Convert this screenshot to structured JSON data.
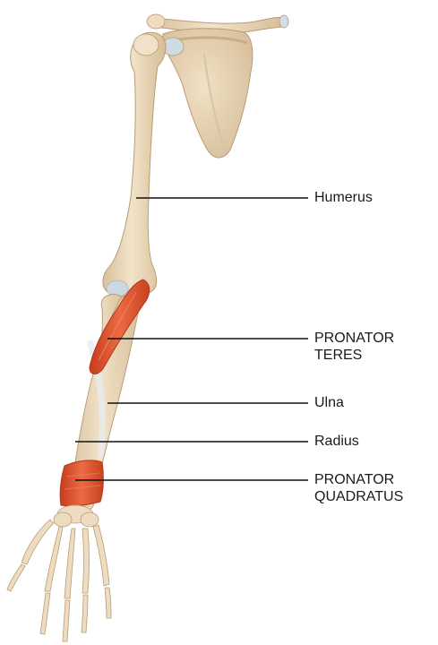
{
  "labels": {
    "humerus": "Humerus",
    "pronator_teres": [
      "PRONATOR",
      "TERES"
    ],
    "ulna": "Ulna",
    "radius": "Radius",
    "pronator_quadratus": [
      "PRONATOR",
      "QUADRATUS"
    ]
  },
  "colors": {
    "bone": "#eedcc0",
    "bone_shadow": "#d4bc98",
    "bone_outline": "#b99c76",
    "muscle": "#e4542e",
    "muscle_dark": "#c23c1c",
    "cartilage": "#c9d6e0",
    "leader_line": "#111111",
    "text": "#1a1a1a"
  }
}
